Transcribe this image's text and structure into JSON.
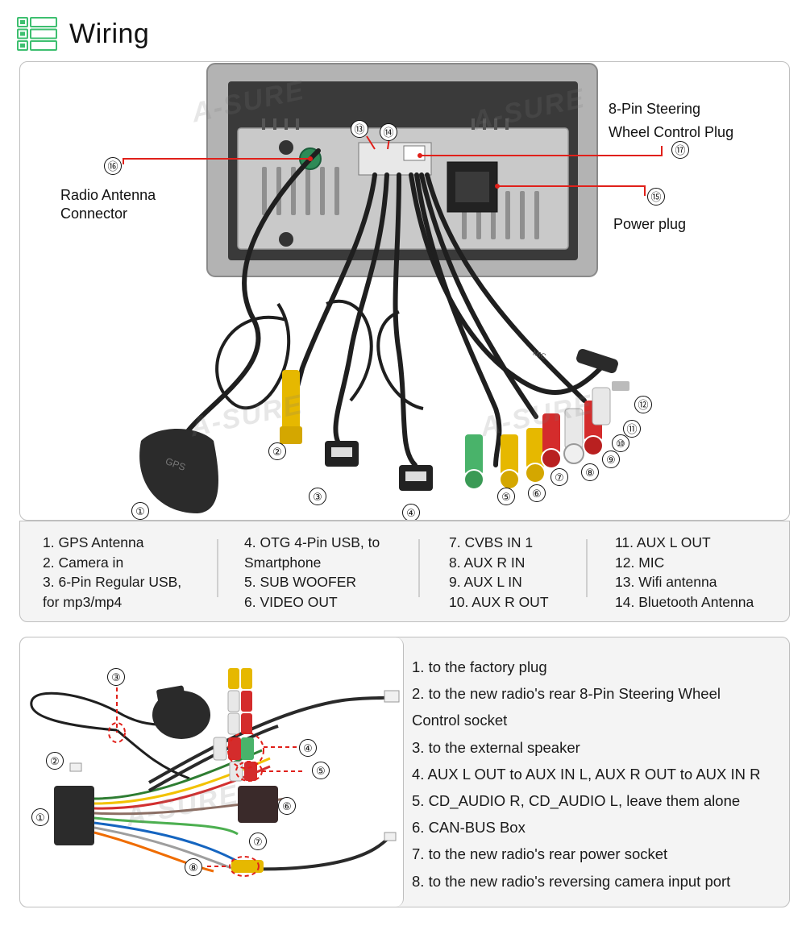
{
  "header": {
    "title": "Wiring",
    "icon": "list-icon"
  },
  "top_panel": {
    "callouts": [
      {
        "num": "⑯",
        "label": "Radio Antenna\nConnector"
      },
      {
        "num": "⑬",
        "label": ""
      },
      {
        "num": "⑭",
        "label": ""
      },
      {
        "num": "⑰",
        "label": "8-Pin Steering\nWheel Control Plug"
      },
      {
        "num": "⑮",
        "label": "Power plug"
      }
    ],
    "connector_nums": [
      "①",
      "②",
      "③",
      "④",
      "⑤",
      "⑥",
      "⑦",
      "⑧",
      "⑨",
      "⑩",
      "⑪",
      "⑫"
    ],
    "watermark": "A-SURE",
    "stamp_mic": "MIC",
    "stamp_gps": "GPS"
  },
  "legend": {
    "col1": [
      "1. GPS Antenna",
      "2. Camera in",
      "3. 6-Pin Regular USB,\n    for mp3/mp4"
    ],
    "col2": [
      "4. OTG 4-Pin USB, to\n    Smartphone",
      "5. SUB WOOFER",
      "6. VIDEO OUT"
    ],
    "col3": [
      "7. CVBS IN 1",
      "8. AUX R IN",
      "9. AUX L IN",
      "10. AUX R OUT"
    ],
    "col4": [
      "11. AUX L OUT",
      "12. MIC",
      "13. Wifi antenna",
      "14. Bluetooth Antenna"
    ]
  },
  "bottom_panel": {
    "image_nums": [
      "①",
      "②",
      "③",
      "④",
      "⑤",
      "⑥",
      "⑦",
      "⑧"
    ],
    "steps": [
      "1. to the factory plug",
      "2. to the new radio's rear 8-Pin Steering Wheel\n    Control socket",
      "3. to the external speaker",
      "4. AUX L OUT to AUX IN L, AUX R OUT to AUX IN R",
      "5. CD_AUDIO R, CD_AUDIO L, leave them alone",
      "6. CAN-BUS Box",
      "7. to the new radio's rear power socket",
      "8. to the new radio's reversing camera input port"
    ]
  },
  "colors": {
    "accent": "#3dbf6f",
    "callout_line": "#e0201a",
    "panel_border": "#bfbfbf"
  }
}
